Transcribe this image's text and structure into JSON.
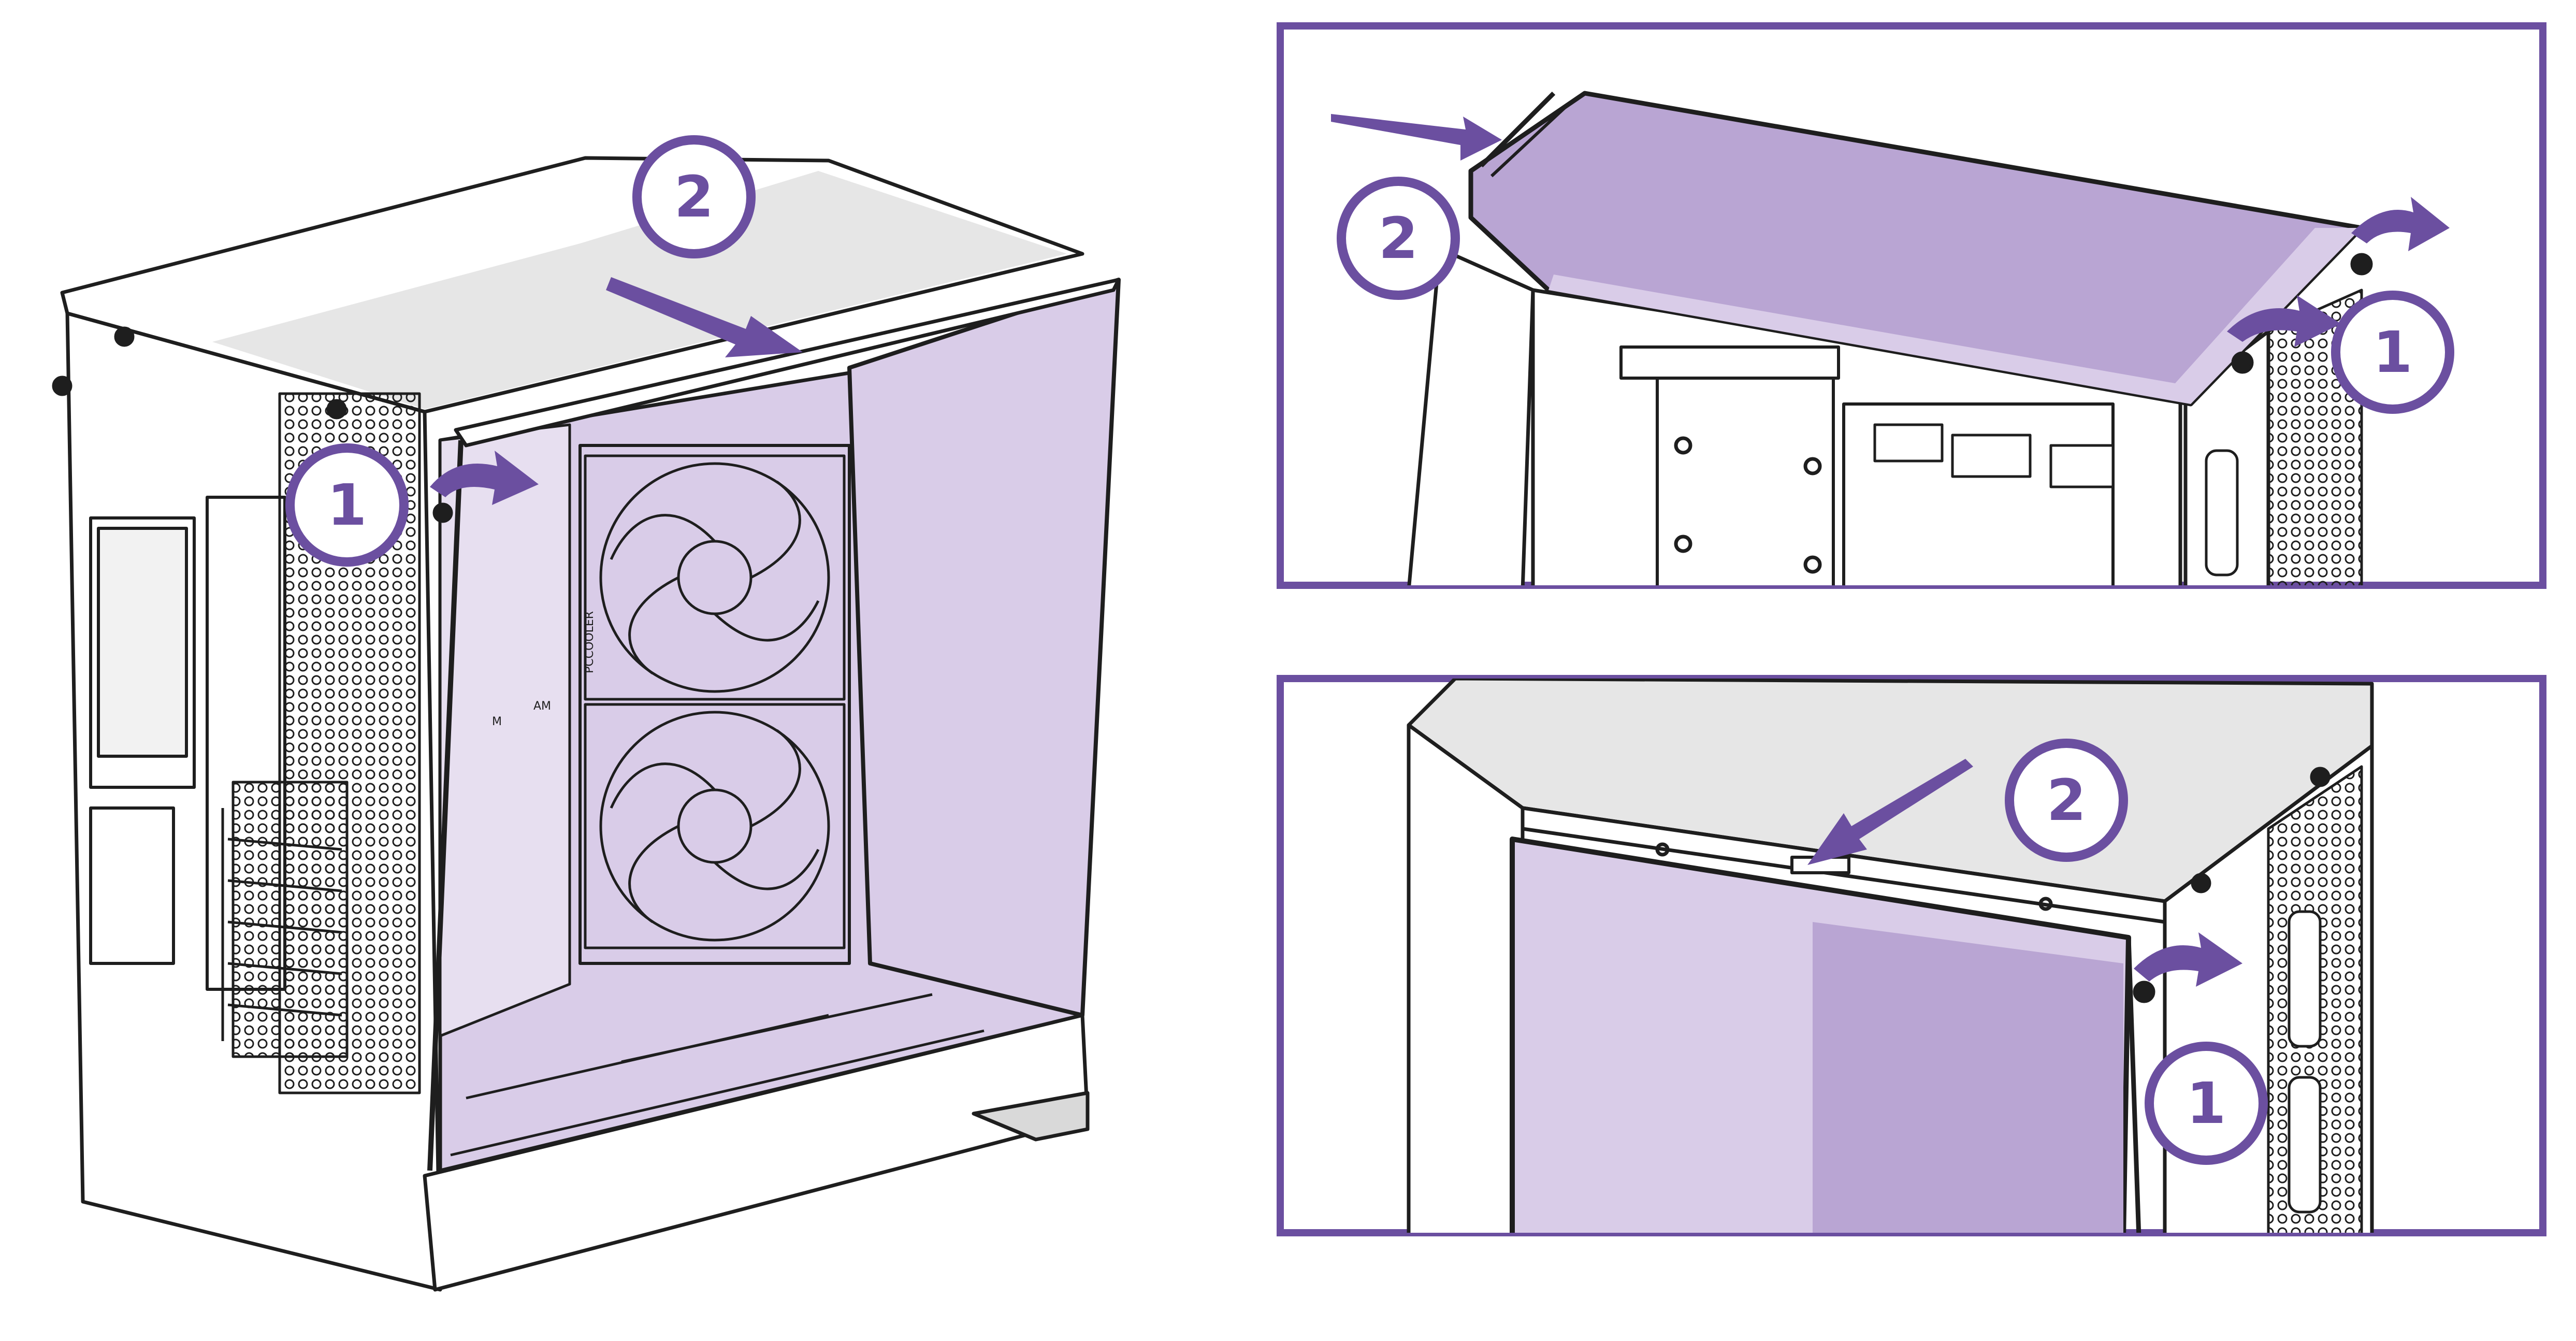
{
  "colors": {
    "accent": "#6b4fa0",
    "glass_light": "#d9cce8",
    "glass_dark": "#b9a5d3",
    "line": "#1e1e1e",
    "panel_gray": "#e6e6e6"
  },
  "steps": {
    "unscrew": "1",
    "remove_panel": "2"
  },
  "icons": [
    "step-badge-icon",
    "rotate-arrow-icon",
    "direction-arrow-icon"
  ],
  "fan_labels": {
    "fan_brand": "PCCOOLER",
    "fan_marker_left": "M",
    "fan_marker_right": "AM"
  }
}
